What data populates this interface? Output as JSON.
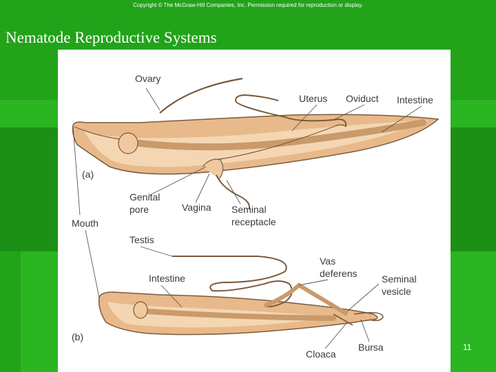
{
  "copyright": "Copyright © The McGraw-Hill Companies, Inc. Permission required for reproduction or display.",
  "title": "Nematode Reproductive Systems",
  "slide_number": "11",
  "colors": {
    "background": "#22a31a",
    "body_fill": "#e8b98a",
    "body_inner": "#f4d6b2",
    "body_outline": "#7a5a3a",
    "label_text": "#3a3a3a"
  },
  "diagram": {
    "female": {
      "panel_label": "(a)",
      "labels": {
        "ovary": "Ovary",
        "uterus": "Uterus",
        "oviduct": "Oviduct",
        "intestine": "Intestine",
        "genital_pore_1": "Genital",
        "genital_pore_2": "pore",
        "vagina": "Vagina",
        "seminal_receptacle_1": "Seminal",
        "seminal_receptacle_2": "receptacle"
      }
    },
    "mouth": "Mouth",
    "male": {
      "panel_label": "(b)",
      "labels": {
        "testis": "Testis",
        "intestine": "Intestine",
        "vas_deferens_1": "Vas",
        "vas_deferens_2": "deferens",
        "seminal_vesicle_1": "Seminal",
        "seminal_vesicle_2": "vesicle",
        "cloaca": "Cloaca",
        "bursa": "Bursa"
      }
    }
  }
}
